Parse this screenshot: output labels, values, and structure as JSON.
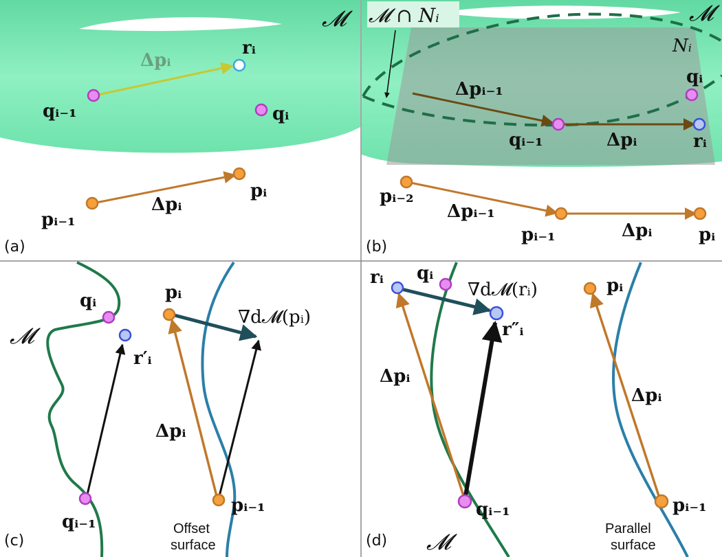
{
  "panels": {
    "a": {
      "tag": "(a)",
      "manifold": "𝓜",
      "dp_top": "Δpᵢ",
      "r_label": "rᵢ",
      "q_prev": "qᵢ₋₁",
      "q_cur": "qᵢ",
      "p_prev": "pᵢ₋₁",
      "p_cur": "pᵢ",
      "dp_bottom": "Δpᵢ"
    },
    "b": {
      "tag": "(b)",
      "manifold": "𝓜",
      "intersection": "𝓜 ∩ Nᵢ",
      "plane": "Nᵢ",
      "q_cur": "qᵢ",
      "dp_prev_top": "Δpᵢ₋₁",
      "q_prev": "qᵢ₋₁",
      "dp_top": "Δpᵢ",
      "r_label": "rᵢ",
      "p_prev2": "pᵢ₋₂",
      "dp_prev_bottom": "Δpᵢ₋₁",
      "p_prev": "pᵢ₋₁",
      "dp_bottom": "Δpᵢ",
      "p_cur": "pᵢ"
    },
    "c": {
      "tag": "(c)",
      "manifold": "𝓜",
      "q_cur": "qᵢ",
      "r_prime": "r′ᵢ",
      "q_prev": "qᵢ₋₁",
      "p_cur": "pᵢ",
      "grad": "∇d𝓜(pᵢ)",
      "dp": "Δpᵢ",
      "p_prev": "pᵢ₋₁",
      "surface_line1": "Offset",
      "surface_line2": "surface"
    },
    "d": {
      "tag": "(d)",
      "manifold": "𝓜",
      "r_label": "rᵢ",
      "q_cur": "qᵢ",
      "grad": "∇d𝓜(rᵢ)",
      "r_dprime": "r″ᵢ",
      "dp_left": "Δpᵢ",
      "q_prev": "qᵢ₋₁",
      "p_cur": "pᵢ",
      "dp_right": "Δpᵢ",
      "p_prev": "pᵢ₋₁",
      "surface_line1": "Parallel",
      "surface_line2": "surface"
    }
  },
  "colors": {
    "torus": "#7fe8b4",
    "torus_dark": "#5fd39c",
    "orange_point": "#f5a03c",
    "orange_arrow": "#c0782a",
    "magenta_point": "#e88df0",
    "magenta_stroke": "#b03cc0",
    "blue_point": "#b8c8f5",
    "blue_stroke": "#3a50d8",
    "green_curve": "#1f7a4a",
    "blue_curve": "#2a7fa8",
    "grad_arrow": "#1f4f5a",
    "yellow_arrow": "#c8c832",
    "brown_arrow": "#6b4a12",
    "plane": "#9a9a9a"
  }
}
